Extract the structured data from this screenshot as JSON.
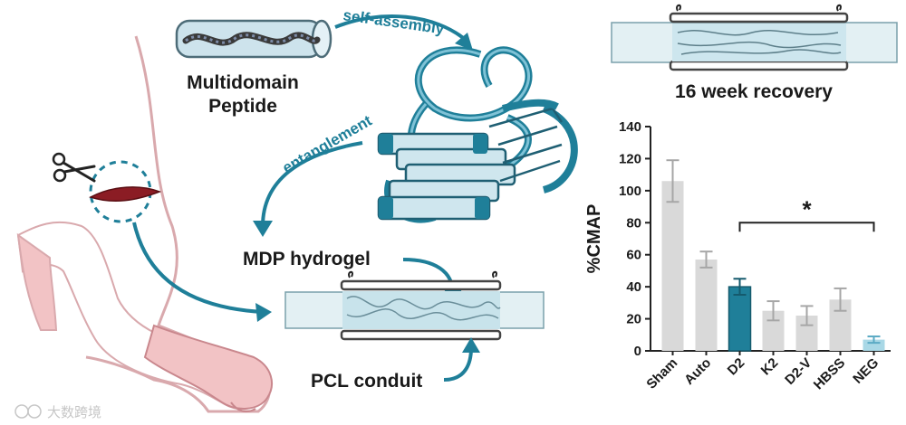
{
  "labels": {
    "multidomain_line1": "Multidomain",
    "multidomain_line2": "Peptide",
    "self_assembly": "self-assembly",
    "entanglement": "entanglement",
    "hydrogel": "MDP hydrogel",
    "conduit": "PCL conduit",
    "recovery": "16 week recovery",
    "watermark": "大数跨境"
  },
  "colors": {
    "teal": "#1f7f99",
    "teal_light": "#a9d8e6",
    "bar_grey": "#d9d9d9",
    "bar_highlight": "#1f7f99",
    "bar_light_blue": "#a9d8e6",
    "skin": "#f2c3c5"
  },
  "chart_data": {
    "type": "bar",
    "categories": [
      "Sham",
      "Auto",
      "D2",
      "K2",
      "D2-V",
      "HBSS",
      "NEG"
    ],
    "values": [
      106,
      57,
      40,
      25,
      22,
      32,
      7
    ],
    "errors": [
      13,
      5,
      5,
      6,
      6,
      7,
      2
    ],
    "bar_colors": [
      "#d9d9d9",
      "#d9d9d9",
      "#1f7f99",
      "#d9d9d9",
      "#d9d9d9",
      "#d9d9d9",
      "#a9d8e6"
    ],
    "ylabel": "%CMAP",
    "ylim": [
      0,
      140
    ],
    "yticks": [
      0,
      20,
      40,
      60,
      80,
      100,
      120,
      140
    ],
    "significance": {
      "from": "D2",
      "to": "NEG",
      "marker": "*"
    },
    "grid": false
  }
}
